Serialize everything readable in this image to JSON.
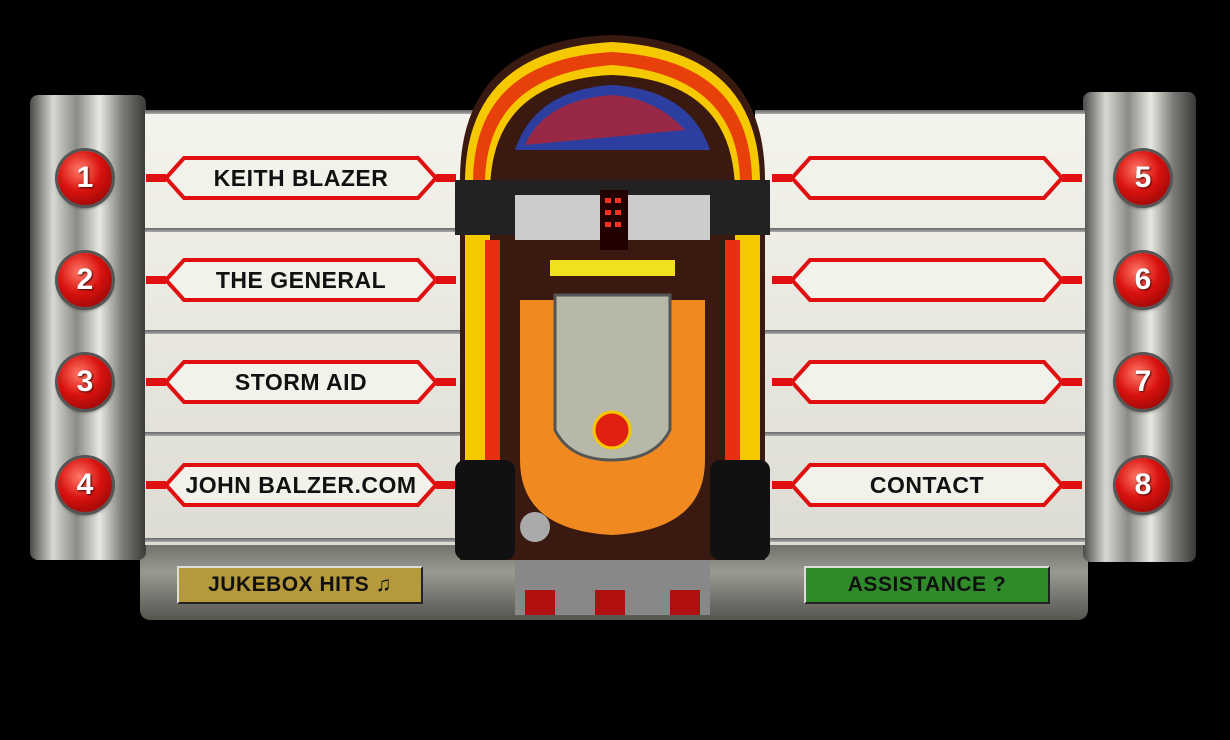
{
  "left_buttons": [
    {
      "num": "1",
      "label": "KEITH BLAZER"
    },
    {
      "num": "2",
      "label": "THE GENERAL"
    },
    {
      "num": "3",
      "label": "STORM AID"
    },
    {
      "num": "4",
      "label": "JOHN BALZER.COM"
    }
  ],
  "right_buttons": [
    {
      "num": "5",
      "label": ""
    },
    {
      "num": "6",
      "label": ""
    },
    {
      "num": "7",
      "label": ""
    },
    {
      "num": "8",
      "label": "CONTACT"
    }
  ],
  "bottom": {
    "hits_label": "JUKEBOX HITS ♫",
    "assist_label": "ASSISTANCE ?"
  },
  "colors": {
    "accent_red": "#e01010",
    "hits_bg": "#b49a3a",
    "assist_bg": "#2f8a2a"
  }
}
